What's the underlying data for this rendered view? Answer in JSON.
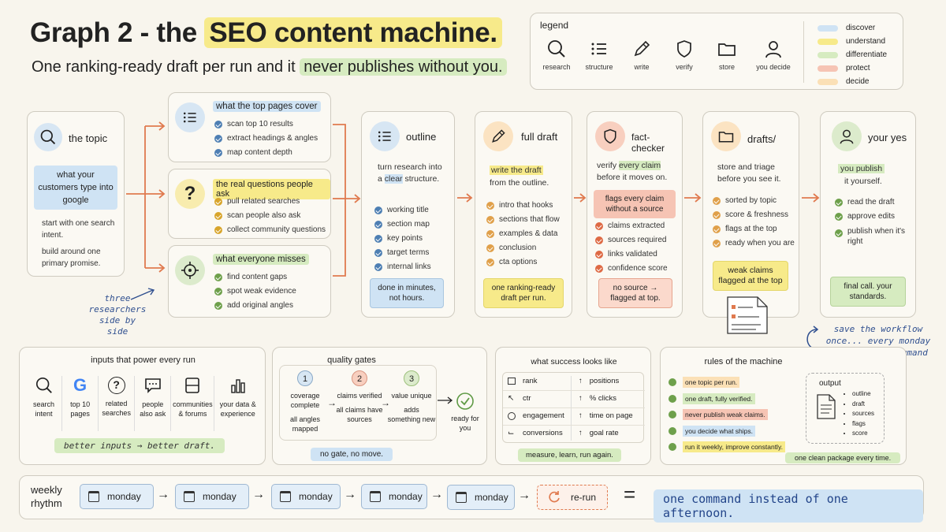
{
  "header": {
    "title_prefix": "Graph 2 - the ",
    "title_highlight": "SEO content machine.",
    "subtitle_prefix": "One ranking-ready draft per run and it ",
    "subtitle_highlight": "never publishes without you."
  },
  "legend": {
    "title": "legend",
    "icons": [
      {
        "icon": "search-icon",
        "label": "research"
      },
      {
        "icon": "list-icon",
        "label": "structure"
      },
      {
        "icon": "pencil-icon",
        "label": "write"
      },
      {
        "icon": "shield-icon",
        "label": "verify"
      },
      {
        "icon": "folder-icon",
        "label": "store"
      },
      {
        "icon": "person-icon",
        "label": "you decide"
      }
    ],
    "colors": [
      {
        "label": "discover",
        "color": "#cfe3f4"
      },
      {
        "label": "understand",
        "color": "#f7ea8a"
      },
      {
        "label": "differentiate",
        "color": "#d6ebc0"
      },
      {
        "label": "protect",
        "color": "#f6c4b4"
      },
      {
        "label": "decide",
        "color": "#fbe0b6"
      }
    ]
  },
  "topic": {
    "title": "the topic",
    "highlight": "what your customers type into google",
    "line1": "start with one search intent.",
    "line2": "build around one primary promise."
  },
  "researchers": [
    {
      "title": "what the top pages cover",
      "items": [
        "scan top 10 results",
        "extract headings & angles",
        "map content depth"
      ]
    },
    {
      "title": "the real questions people ask",
      "items": [
        "pull related searches",
        "scan people also ask",
        "collect community questions"
      ]
    },
    {
      "title": "what everyone misses",
      "items": [
        "find content gaps",
        "spot weak evidence",
        "add original angles"
      ]
    }
  ],
  "researchers_note": "three researchers side by side",
  "outline": {
    "title": "outline",
    "desc_pre": "turn research into a ",
    "desc_hl": "clear",
    "desc_post": " structure.",
    "items": [
      "working title",
      "section map",
      "key points",
      "target terms",
      "internal links"
    ],
    "note": "done in minutes, not hours."
  },
  "full_draft": {
    "title": "full draft",
    "desc_hl": "write the draft",
    "desc_post": "from the outline.",
    "items": [
      "intro that hooks",
      "sections that flow",
      "examples & data",
      "conclusion",
      "cta options"
    ],
    "note": "one ranking-ready draft per run."
  },
  "fact_checker": {
    "title": "fact-checker",
    "desc_pre": "verify ",
    "desc_hl": "every claim",
    "desc_post": "before it moves on.",
    "flag": "flags every claim without a source",
    "items": [
      "claims extracted",
      "sources required",
      "links validated",
      "confidence score"
    ],
    "note": "no source → flagged at top."
  },
  "drafts": {
    "title": "drafts/",
    "desc": "store and triage before you see it.",
    "items": [
      "sorted by topic",
      "score & freshness",
      "flags at the top",
      "ready when you are"
    ],
    "note": "weak claims flagged at the top"
  },
  "your_yes": {
    "title": "your yes",
    "desc_hl": "you publish",
    "desc_post": "it yourself.",
    "items": [
      "read the draft",
      "approve edits",
      "publish when it's right"
    ],
    "note": "final call. your standards."
  },
  "save_note": "save the workflow once... every monday becomes one command",
  "inputs": {
    "title": "inputs that power every run",
    "items": [
      {
        "icon": "search-icon",
        "label": "search intent"
      },
      {
        "icon": "google-icon",
        "label": "top 10 pages"
      },
      {
        "icon": "question-icon",
        "label": "related searches"
      },
      {
        "icon": "chat-icon",
        "label": "people also ask"
      },
      {
        "icon": "forum-icon",
        "label": "communities & forums"
      },
      {
        "icon": "bar-chart-icon",
        "label": "your data & experience"
      }
    ],
    "note": "better inputs → better draft."
  },
  "gates": {
    "title": "quality gates",
    "steps": [
      {
        "num": "1",
        "title": "coverage complete",
        "desc": "all angles mapped"
      },
      {
        "num": "2",
        "title": "claims verified",
        "desc": "all claims have sources"
      },
      {
        "num": "3",
        "title": "value unique",
        "desc": "adds something new"
      }
    ],
    "ready": "ready for you",
    "note": "no gate, no move."
  },
  "success": {
    "title": "what success looks like",
    "left": [
      "rank",
      "ctr",
      "engagement",
      "conversions"
    ],
    "right": [
      "positions",
      "% clicks",
      "time on page",
      "goal rate"
    ],
    "note": "measure, learn, run again."
  },
  "rules": {
    "title": "rules of the machine",
    "items": [
      {
        "text": "one topic per run.",
        "color": "#fbe0b6"
      },
      {
        "text": "one draft, fully verified.",
        "color": "#d6ebc0"
      },
      {
        "text": "never publish weak claims.",
        "color": "#f6c4b4"
      },
      {
        "text": "you decide what ships.",
        "color": "#cfe3f4"
      },
      {
        "text": "run it weekly, improve constantly.",
        "color": "#f7ea8a"
      }
    ],
    "output_title": "output",
    "output_items": [
      "outline",
      "draft",
      "sources",
      "flags",
      "score"
    ],
    "note": "one clean package every time."
  },
  "weekly": {
    "label": "weekly rhythm",
    "days": [
      "monday",
      "monday",
      "monday",
      "monday",
      "monday"
    ],
    "rerun": "re-run",
    "equals": "=",
    "tagline": "one command instead of one afternoon."
  }
}
